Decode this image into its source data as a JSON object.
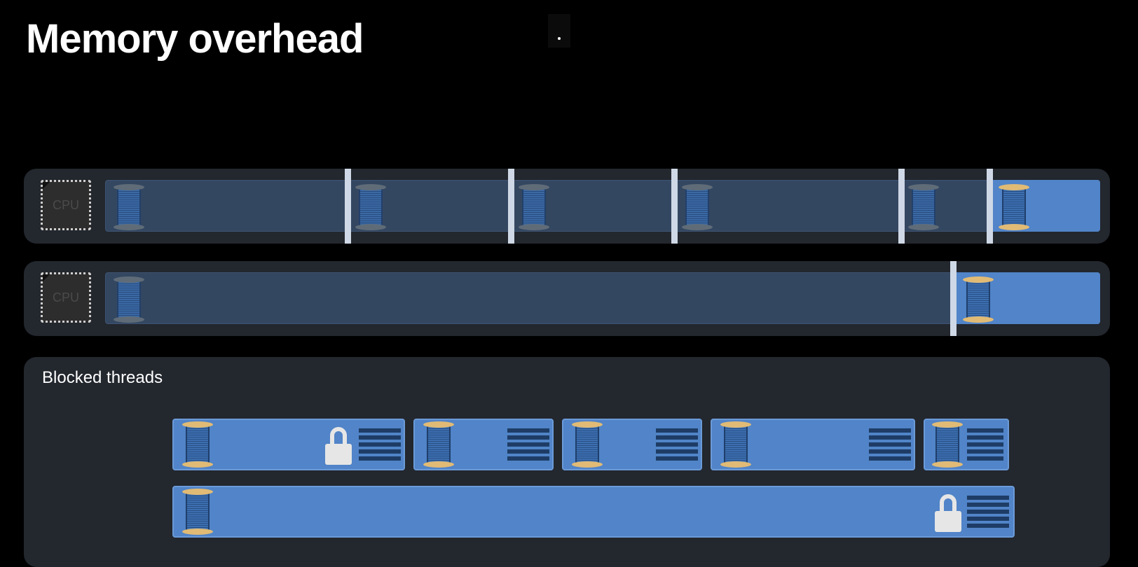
{
  "title": "Memory overhead",
  "cpu_label": "CPU",
  "blocked_title": "Blocked threads",
  "colors": {
    "background": "#000000",
    "panel": "#23272e",
    "idle_thread": "#344761",
    "active_thread": "#5184c8",
    "separator": "#cfd8e6",
    "spool_thread": "#3d6fb0",
    "spool_cap_active": "#e1bb75",
    "lock": "#e6e6e6"
  },
  "icons": [
    "cpu-chip-icon",
    "thread-spool-icon",
    "lock-icon",
    "stack-lines-icon"
  ]
}
